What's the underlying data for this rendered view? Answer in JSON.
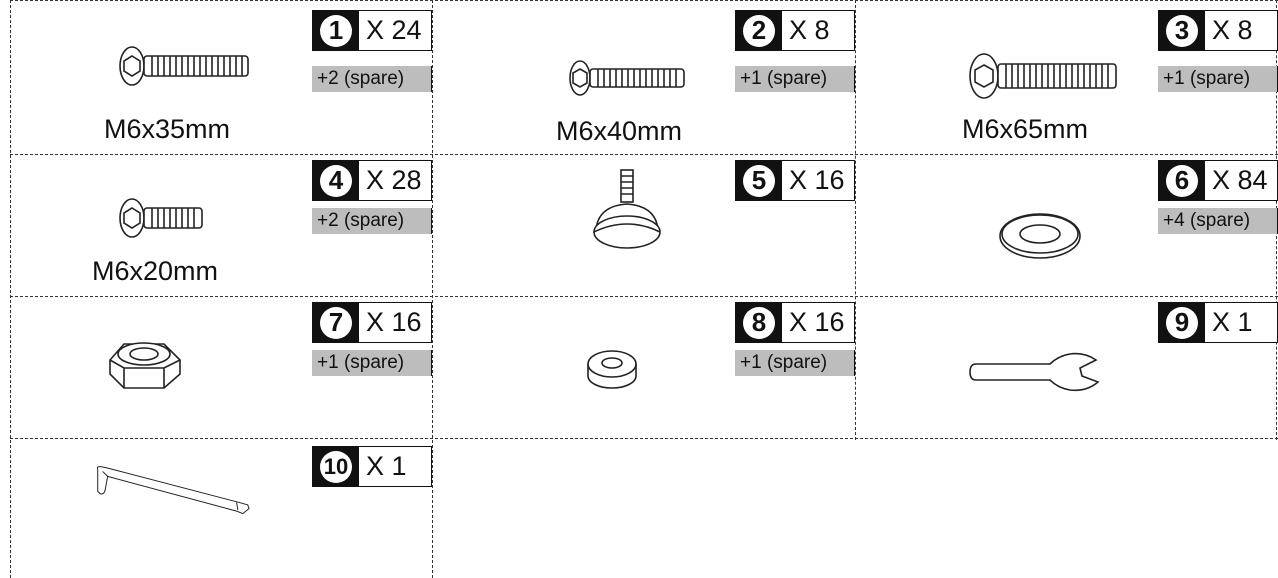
{
  "items": [
    {
      "num": "1",
      "qty": "X 24",
      "spare": "+2  (spare)",
      "label": "M6x35mm",
      "icon": "hex-socket-bolt"
    },
    {
      "num": "2",
      "qty": "X  8",
      "spare": "+1  (spare)",
      "label": "M6x40mm",
      "icon": "hex-socket-bolt"
    },
    {
      "num": "3",
      "qty": "X  8",
      "spare": "+1  (spare)",
      "label": "M6x65mm",
      "icon": "hex-socket-bolt"
    },
    {
      "num": "4",
      "qty": "X 28",
      "spare": "+2  (spare)",
      "label": "M6x20mm",
      "icon": "hex-socket-bolt"
    },
    {
      "num": "5",
      "qty": "X 16",
      "spare": "",
      "label": "",
      "icon": "leveling-foot"
    },
    {
      "num": "6",
      "qty": "X 84",
      "spare": "+4  (spare)",
      "label": "",
      "icon": "flat-washer"
    },
    {
      "num": "7",
      "qty": "X 16",
      "spare": "+1  (spare)",
      "label": "",
      "icon": "hex-nut"
    },
    {
      "num": "8",
      "qty": "X 16",
      "spare": "+1  (spare)",
      "label": "",
      "icon": "spacer"
    },
    {
      "num": "9",
      "qty": "X  1",
      "spare": "",
      "label": "",
      "icon": "open-end-wrench"
    },
    {
      "num": "10",
      "qty": "X  1",
      "spare": "",
      "label": "",
      "icon": "allen-key"
    }
  ]
}
